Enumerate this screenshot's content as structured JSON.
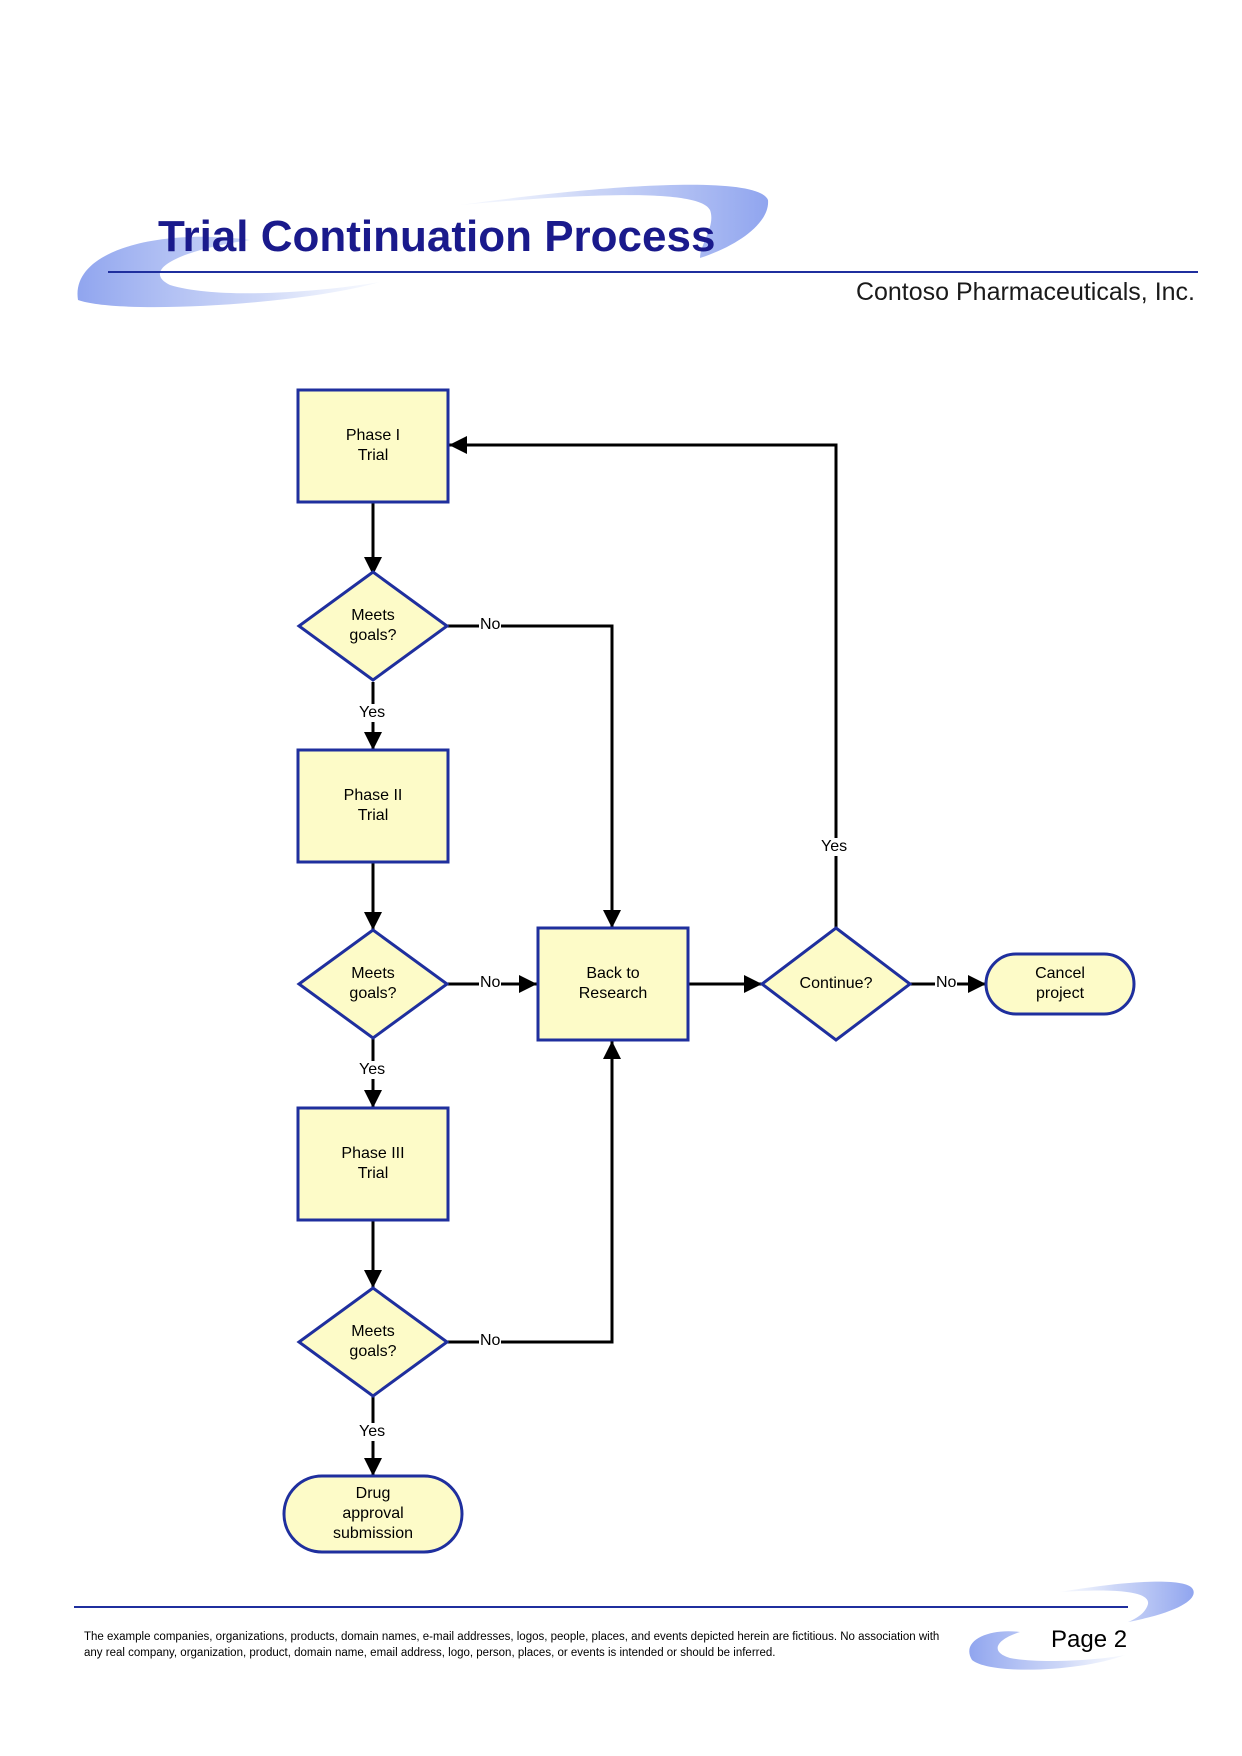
{
  "header": {
    "title": "Trial Continuation Process",
    "company": "Contoso Pharmaceuticals, Inc."
  },
  "colors": {
    "title": "#1a1a8c",
    "node_fill": "#fdfbc8",
    "node_border": "#1f2f9e",
    "connector": "#000000",
    "rule": "#1f2f9e",
    "swoosh": "#8aa0ee"
  },
  "flowchart": {
    "nodes": {
      "phase1": "Phase I\nTrial",
      "goals1": "Meets\ngoals?",
      "phase2": "Phase II\nTrial",
      "goals2": "Meets\ngoals?",
      "phase3": "Phase III\nTrial",
      "goals3": "Meets\ngoals?",
      "drug_approval": "Drug\napproval\nsubmission",
      "back_to_research": "Back to\nResearch",
      "continue": "Continue?",
      "cancel": "Cancel\nproject"
    },
    "labels": {
      "goals1_no": "No",
      "goals1_yes": "Yes",
      "goals2_no": "No",
      "goals2_yes": "Yes",
      "goals3_no": "No",
      "goals3_yes": "Yes",
      "continue_yes": "Yes",
      "continue_no": "No"
    }
  },
  "footer": {
    "disclaimer": "The example companies, organizations, products, domain names, e-mail addresses, logos, people, places, and events depicted herein are fictitious. No association with any real company, organization, product, domain name, email address, logo, person, places, or events is intended or should be inferred.",
    "page": "Page 2"
  }
}
